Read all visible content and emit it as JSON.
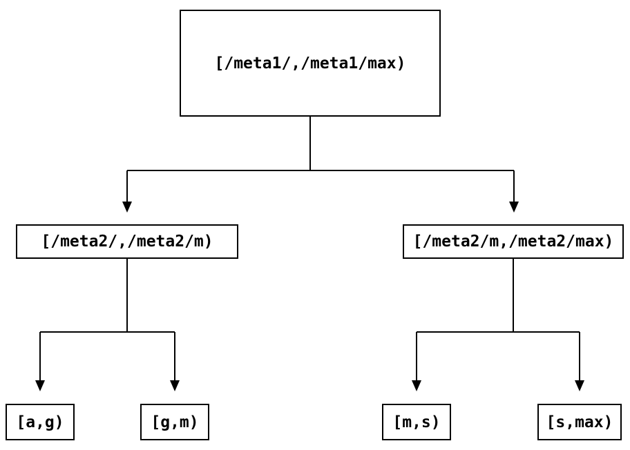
{
  "diagram": {
    "type": "binary-interval-tree",
    "nodes": [
      {
        "id": "root",
        "label": "[/meta1/,/meta1/max)",
        "level": 0
      },
      {
        "id": "meta2-left",
        "label": "[/meta2/,/meta2/m)",
        "level": 1
      },
      {
        "id": "meta2-right",
        "label": "[/meta2/m,/meta2/max)",
        "level": 1
      },
      {
        "id": "leaf-a-g",
        "label": "[a,g)",
        "level": 2
      },
      {
        "id": "leaf-g-m",
        "label": "[g,m)",
        "level": 2
      },
      {
        "id": "leaf-m-s",
        "label": "[m,s)",
        "level": 2
      },
      {
        "id": "leaf-s-max",
        "label": "[s,max)",
        "level": 2
      }
    ],
    "edges": [
      {
        "from": "root",
        "to": "meta2-left"
      },
      {
        "from": "root",
        "to": "meta2-right"
      },
      {
        "from": "meta2-left",
        "to": "leaf-a-g"
      },
      {
        "from": "meta2-left",
        "to": "leaf-g-m"
      },
      {
        "from": "meta2-right",
        "to": "leaf-m-s"
      },
      {
        "from": "meta2-right",
        "to": "leaf-s-max"
      }
    ],
    "colors": {
      "background": "#ffffff",
      "line": "#000000",
      "box_border": "#000000",
      "text": "#000000"
    }
  }
}
